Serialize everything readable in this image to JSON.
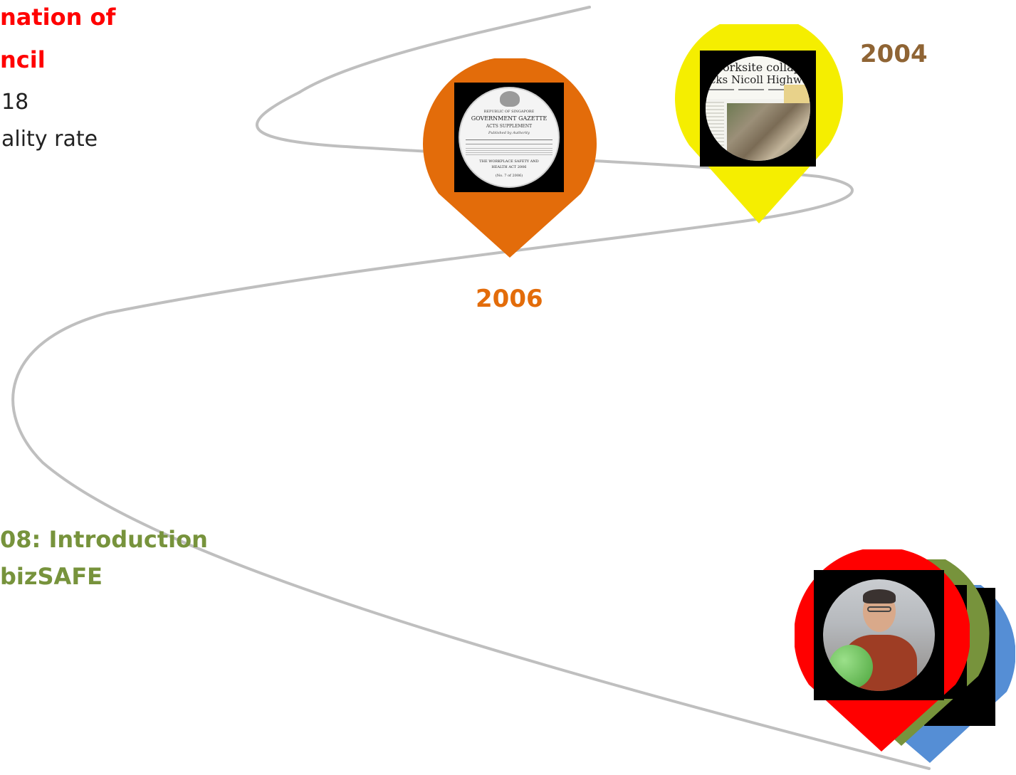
{
  "left_block": {
    "title_line1": "nation of",
    "title_line2": "ncil",
    "line3": "18",
    "line4": "ality rate"
  },
  "year_2004": "2004",
  "year_2006": "2006",
  "bottom_left": {
    "line1": "08: Introduction",
    "line2": "bizSAFE"
  },
  "gazette": {
    "line1": "REPUBLIC OF SINGAPORE",
    "line2": "GOVERNMENT GAZETTE",
    "line3": "ACTS SUPPLEMENT",
    "line4": "Published by Authority",
    "line5": "THE WORKPLACE SAFETY AND",
    "line6": "HEALTH ACT 2006",
    "line7": "(No. 7 of 2006)"
  },
  "newspaper": {
    "headline1": "orksite collapse",
    "headline2": "cks Nicoll Highway"
  },
  "colors": {
    "pin_2006": "#e36c0a",
    "pin_2004": "#f5ee00",
    "pin_red": "#ff0000",
    "pin_green": "#77933c",
    "pin_blue": "#558ed5",
    "year_2004_color": "#8f6434",
    "year_2006_color": "#e36c0a"
  }
}
